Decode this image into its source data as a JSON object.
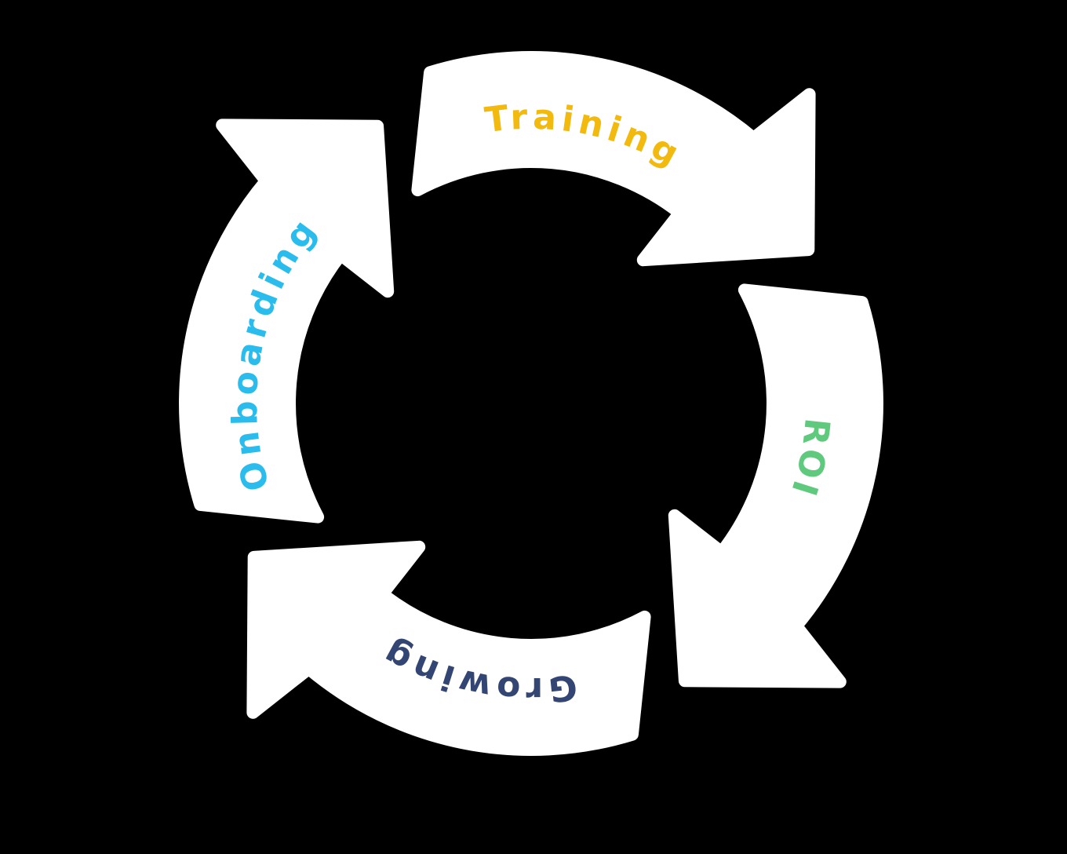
{
  "diagram": {
    "type": "cycle-diagram",
    "direction": "clockwise",
    "background_color": "#000000",
    "arrow_color": "#FFFFFF"
  },
  "steps": [
    {
      "label": "Training",
      "color": "#F2B90E",
      "position": "top"
    },
    {
      "label": "ROI",
      "color": "#5FC97D",
      "position": "right"
    },
    {
      "label": "Growing",
      "color": "#334673",
      "position": "bottom"
    },
    {
      "label": "Onboarding",
      "color": "#29BCEC",
      "position": "left"
    }
  ]
}
